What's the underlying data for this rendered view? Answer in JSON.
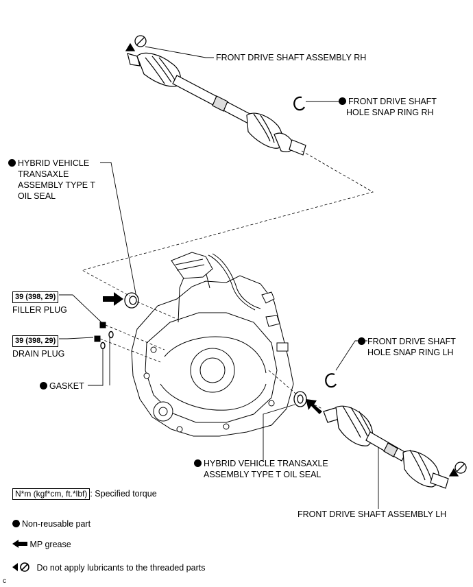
{
  "labels": {
    "front_drive_shaft_rh": "FRONT DRIVE SHAFT ASSEMBLY RH",
    "snap_ring_rh_line1": "FRONT DRIVE SHAFT",
    "snap_ring_rh_line2": "HOLE SNAP RING RH",
    "oil_seal_rh_line1": "HYBRID VEHICLE",
    "oil_seal_rh_line2": "TRANSAXLE",
    "oil_seal_rh_line3": "ASSEMBLY TYPE T",
    "oil_seal_rh_line4": "OIL SEAL",
    "filler_torque": "39 (398, 29)",
    "filler_plug": "FILLER PLUG",
    "drain_torque": "39 (398, 29)",
    "drain_plug": "DRAIN PLUG",
    "gasket": "GASKET",
    "snap_ring_lh_line1": "FRONT DRIVE SHAFT",
    "snap_ring_lh_line2": "HOLE SNAP RING LH",
    "oil_seal_lh_line1": "HYBRID VEHICLE TRANSAXLE",
    "oil_seal_lh_line2": "ASSEMBLY TYPE T OIL SEAL",
    "front_drive_shaft_lh": "FRONT DRIVE SHAFT ASSEMBLY LH"
  },
  "legend": {
    "torque_unit": "N*m (kgf*cm, ft.*lbf)",
    "torque_desc": ": Specified torque",
    "non_reusable": "Non-reusable part",
    "grease": "MP grease",
    "no_lube": "Do not apply lubricants to the threaded parts"
  },
  "corner_mark": "c"
}
